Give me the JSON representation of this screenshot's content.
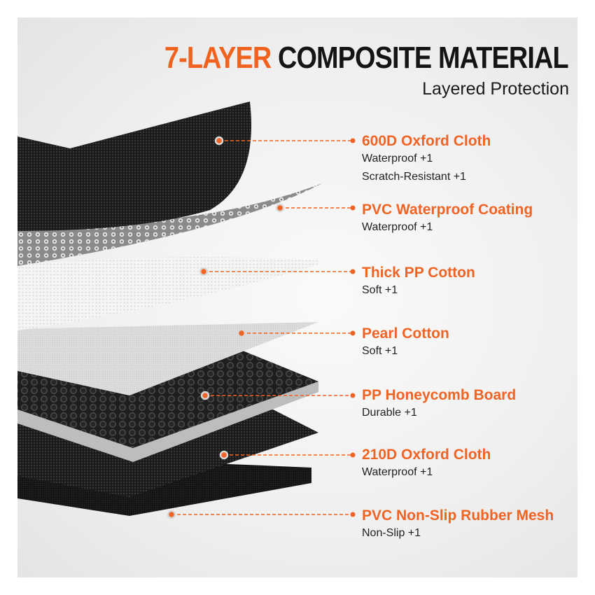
{
  "header": {
    "title_accent": "7-LAYER",
    "title_main": "COMPOSITE MATERIAL",
    "subtitle": "Layered Protection"
  },
  "colors": {
    "accent": "#ef6424",
    "text": "#1f1f1f"
  },
  "layers": [
    {
      "name": "600D Oxford Cloth",
      "features": [
        "Waterproof +1",
        "Scratch-Resistant +1"
      ]
    },
    {
      "name": "PVC Waterproof Coating",
      "features": [
        "Waterproof +1"
      ]
    },
    {
      "name": "Thick PP Cotton",
      "features": [
        "Soft +1"
      ]
    },
    {
      "name": "Pearl Cotton",
      "features": [
        "Soft +1"
      ]
    },
    {
      "name": "PP Honeycomb Board",
      "features": [
        "Durable +1"
      ]
    },
    {
      "name": "210D Oxford Cloth",
      "features": [
        "Waterproof +1"
      ]
    },
    {
      "name": "PVC Non-Slip Rubber Mesh",
      "features": [
        "Non-Slip +1"
      ]
    }
  ]
}
